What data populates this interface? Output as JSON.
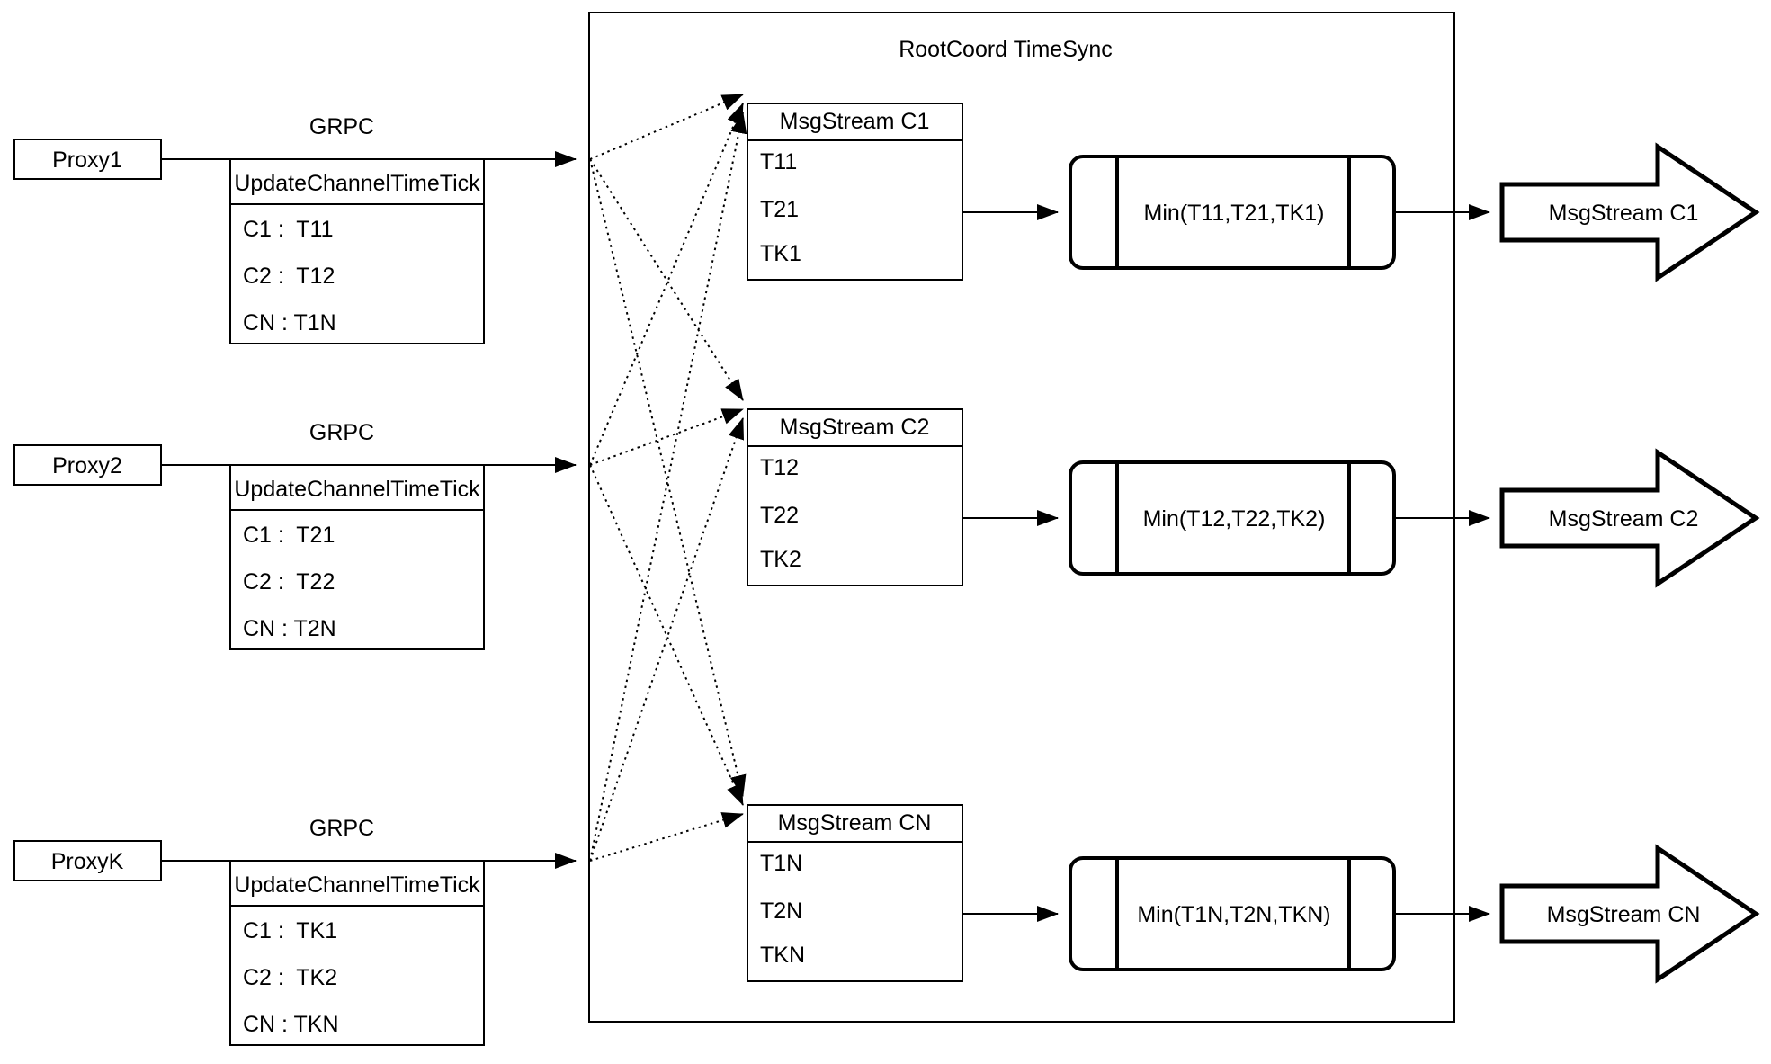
{
  "diagram": {
    "background": "#ffffff",
    "stroke_color": "#000000",
    "root_box": {
      "title": "RootCoord TimeSync"
    },
    "grpc_label": "GRPC",
    "proxies": [
      {
        "name": "Proxy1",
        "table_header": "UpdateChannelTimeTick",
        "rows": [
          "C1 :  T11",
          "C2 :  T12",
          "CN : T1N"
        ]
      },
      {
        "name": "Proxy2",
        "table_header": "UpdateChannelTimeTick",
        "rows": [
          "C1 :  T21",
          "C2 :  T22",
          "CN : T2N"
        ]
      },
      {
        "name": "ProxyK",
        "table_header": "UpdateChannelTimeTick",
        "rows": [
          "C1 :  TK1",
          "C2 :  TK2",
          "CN : TKN"
        ]
      }
    ],
    "streams": [
      {
        "table_header": "MsgStream C1",
        "ticks": [
          "T11",
          "T21",
          "TK1"
        ],
        "min_label": "Min(T11,T21,TK1)",
        "output_label": "MsgStream C1"
      },
      {
        "table_header": "MsgStream C2",
        "ticks": [
          "T12",
          "T22",
          "TK2"
        ],
        "min_label": "Min(T12,T22,TK2)",
        "output_label": "MsgStream C2"
      },
      {
        "table_header": "MsgStream CN",
        "ticks": [
          "T1N",
          "T2N",
          "TKN"
        ],
        "min_label": "Min(T1N,T2N,TKN)",
        "output_label": "MsgStream CN"
      }
    ]
  }
}
